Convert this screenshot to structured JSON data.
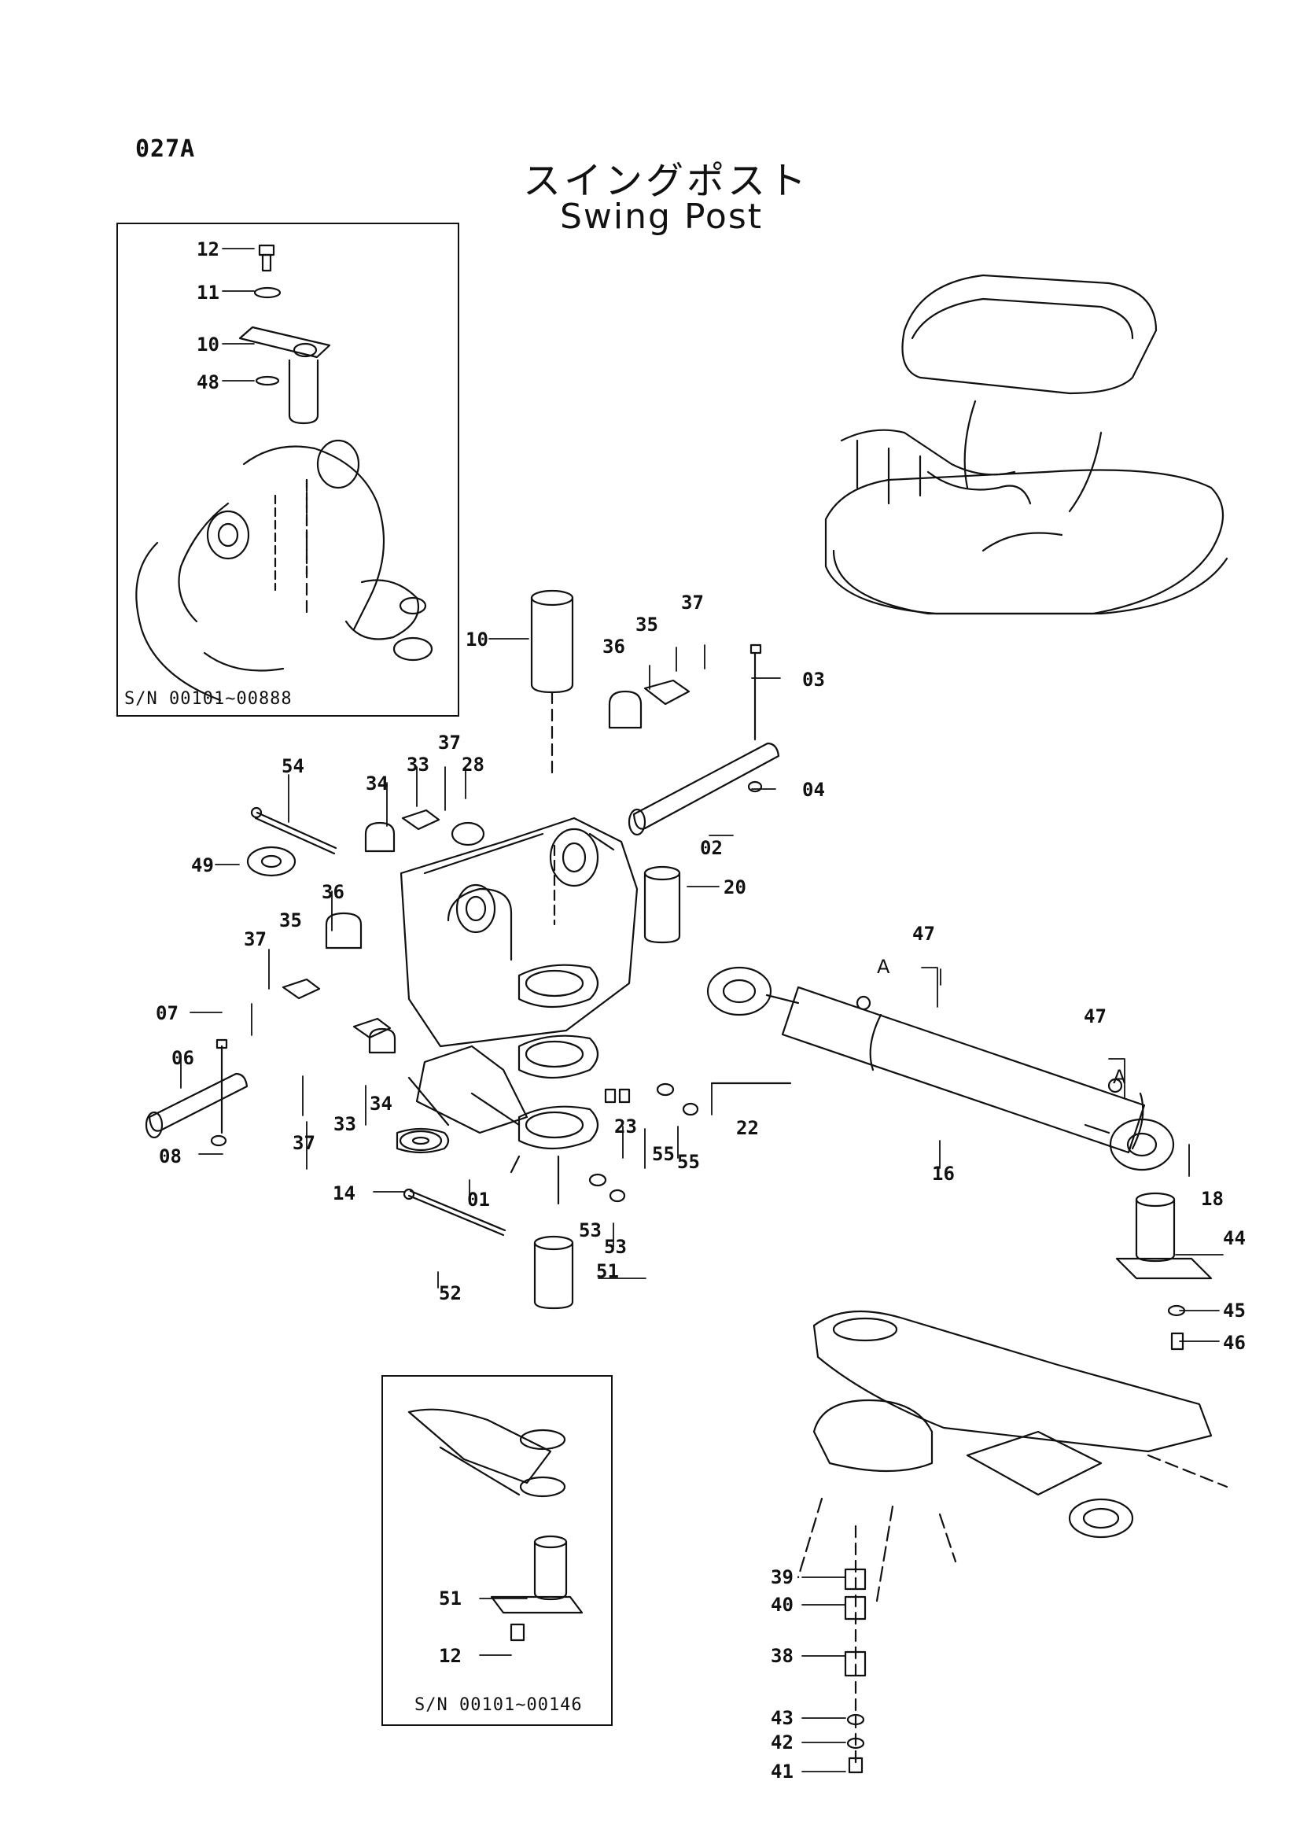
{
  "header": {
    "page_code": "027A",
    "title_ja": "スイングポスト",
    "title_en": "Swing Post"
  },
  "insets": [
    {
      "id": "inset-top",
      "serial_range": "S/N 00101~00888"
    },
    {
      "id": "inset-bottom",
      "serial_range": "S/N 00101~00146"
    }
  ],
  "section_mark": "A",
  "callouts": [
    "12",
    "11",
    "10",
    "48",
    "10",
    "36",
    "35",
    "37",
    "03",
    "04",
    "02",
    "54",
    "34",
    "33",
    "37",
    "28",
    "49",
    "36",
    "35",
    "37",
    "20",
    "07",
    "06",
    "08",
    "33",
    "37",
    "34",
    "14",
    "01",
    "23",
    "55",
    "55",
    "22",
    "53",
    "53",
    "51",
    "52",
    "47",
    "47",
    "16",
    "18",
    "44",
    "45",
    "46",
    "51",
    "12",
    "39",
    "40",
    "38",
    "43",
    "42",
    "41"
  ]
}
